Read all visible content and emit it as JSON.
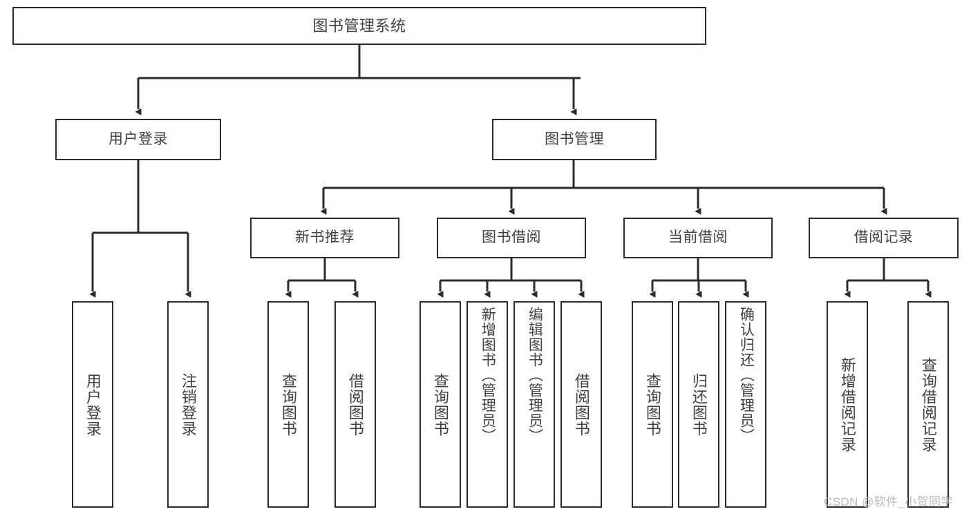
{
  "diagram": {
    "title": "图书管理系统",
    "type": "功能结构图",
    "line_color": "#2b2b2b",
    "text_color": "#404040",
    "background_color": "#ffffff",
    "watermark": "CSDN @软件_小贺同学"
  },
  "nodes": {
    "root": {
      "label": "图书管理系统"
    },
    "level1": [
      {
        "id": "user-login",
        "label": "用户登录"
      },
      {
        "id": "book-manage",
        "label": "图书管理"
      }
    ],
    "level2": [
      {
        "id": "new-book-recommend",
        "label": "新书推荐"
      },
      {
        "id": "book-borrow",
        "label": "图书借阅"
      },
      {
        "id": "current-borrow",
        "label": "当前借阅"
      },
      {
        "id": "borrow-record",
        "label": "借阅记录"
      }
    ],
    "leaves": [
      {
        "id": "leaf-user-login",
        "label": "用户登录",
        "parent": "user-login"
      },
      {
        "id": "leaf-logout-login",
        "label": "注销登录",
        "parent": "user-login"
      },
      {
        "id": "leaf-query-book-1",
        "label": "查询图书",
        "parent": "new-book-recommend"
      },
      {
        "id": "leaf-borrow-book-1",
        "label": "借阅图书",
        "parent": "new-book-recommend"
      },
      {
        "id": "leaf-query-book-2",
        "label": "查询图书",
        "parent": "book-borrow"
      },
      {
        "id": "leaf-add-book",
        "label": "新增图书（管理员）",
        "parent": "book-borrow"
      },
      {
        "id": "leaf-edit-book",
        "label": "编辑图书（管理员）",
        "parent": "book-borrow"
      },
      {
        "id": "leaf-borrow-book-2",
        "label": "借阅图书",
        "parent": "book-borrow"
      },
      {
        "id": "leaf-query-book-3",
        "label": "查询图书",
        "parent": "current-borrow"
      },
      {
        "id": "leaf-return-book",
        "label": "归还图书",
        "parent": "current-borrow"
      },
      {
        "id": "leaf-confirm-return",
        "label": "确认归还（管理员）",
        "parent": "current-borrow"
      },
      {
        "id": "leaf-add-record",
        "label": "新增借阅记录",
        "parent": "borrow-record"
      },
      {
        "id": "leaf-query-record",
        "label": "查询借阅记录",
        "parent": "borrow-record"
      }
    ]
  }
}
